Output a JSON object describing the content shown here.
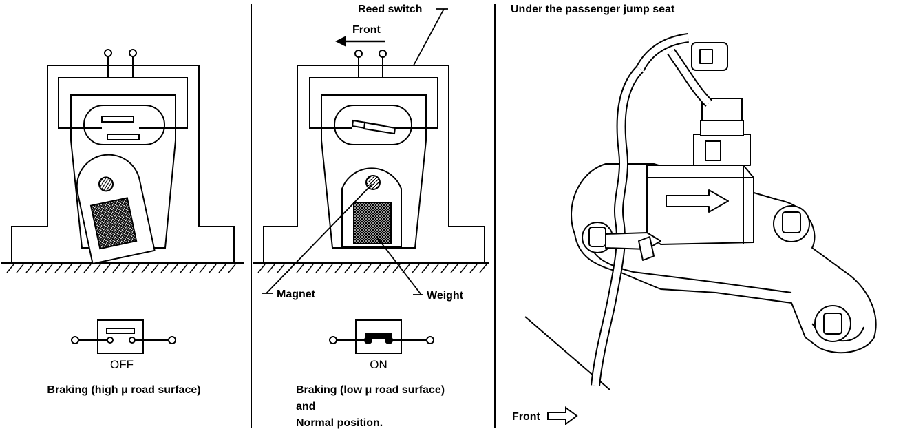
{
  "panel_left": {
    "switch_state": "OFF",
    "caption": "Braking (high μ road surface)"
  },
  "panel_middle": {
    "label_reed_switch": "Reed switch",
    "label_front": "Front",
    "label_magnet": "Magnet",
    "label_weight": "Weight",
    "switch_state": "ON",
    "caption_line1": "Braking (low μ road surface)",
    "caption_line2": "and",
    "caption_line3": "Normal position."
  },
  "panel_right": {
    "title": "Under the passenger jump seat",
    "label_front": "Front"
  }
}
